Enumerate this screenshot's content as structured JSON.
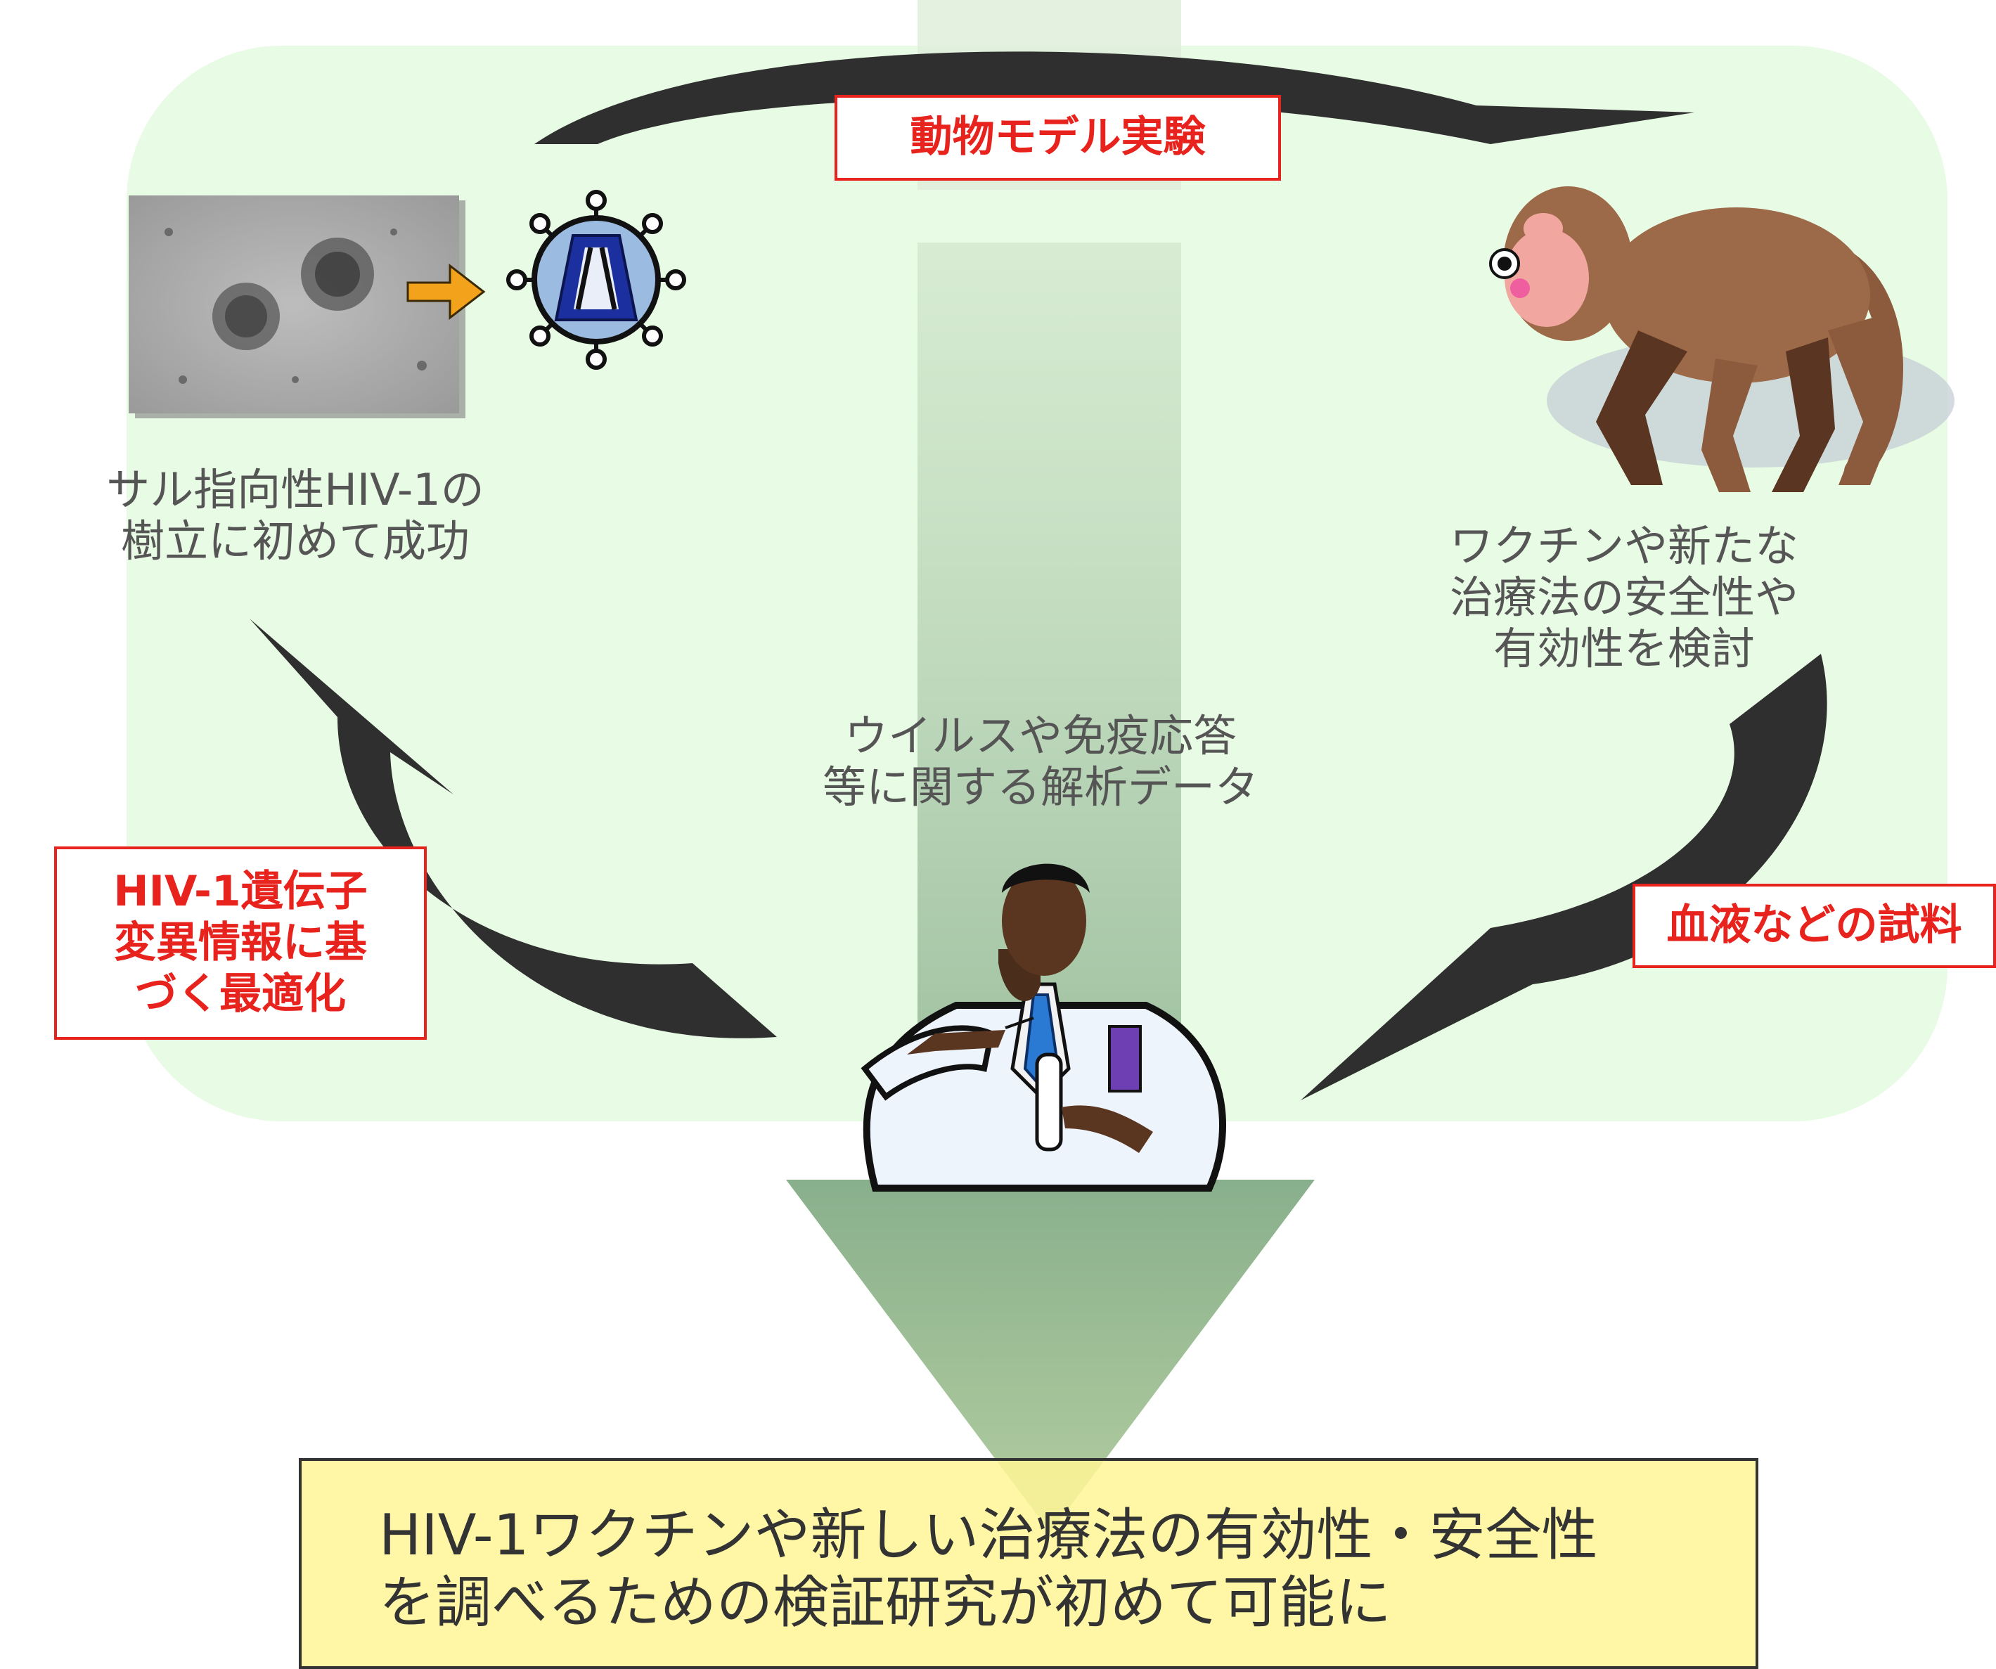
{
  "colors": {
    "background_panel": "#e8fbe4",
    "down_arrow": "#8db38f",
    "label_border": "#e8231d",
    "label_text": "#e8231d",
    "conclusion_fill": "#fff696",
    "body_text": "#555555",
    "cycle_arrows": "#2f2f2f"
  },
  "icons": {
    "micrograph": "virus-micrograph-image",
    "virus": "virus-icon",
    "monkey": "monkey-illustration",
    "scientist": "scientist-illustration",
    "small_arrow": "orange-arrow-icon"
  },
  "labels": {
    "animal_model": "動物モデル実験",
    "gene_optimization": [
      "HIV-1遺伝子",
      "変異情報に基",
      "づく最適化"
    ],
    "blood_samples": "血液などの試料"
  },
  "captions": {
    "strain": [
      "サル指向性HIV-1の",
      "樹立に初めて成功"
    ],
    "evaluation": [
      "ワクチンや新たな",
      "治療法の安全性や",
      "有効性を検討"
    ],
    "analysis": [
      "ウイルスや免疫応答",
      "等に関する解析データ"
    ]
  },
  "conclusion": [
    "HIV-1ワクチンや新しい治療法の有効性・安全性",
    "を調べるための検証研究が初めて可能に"
  ]
}
